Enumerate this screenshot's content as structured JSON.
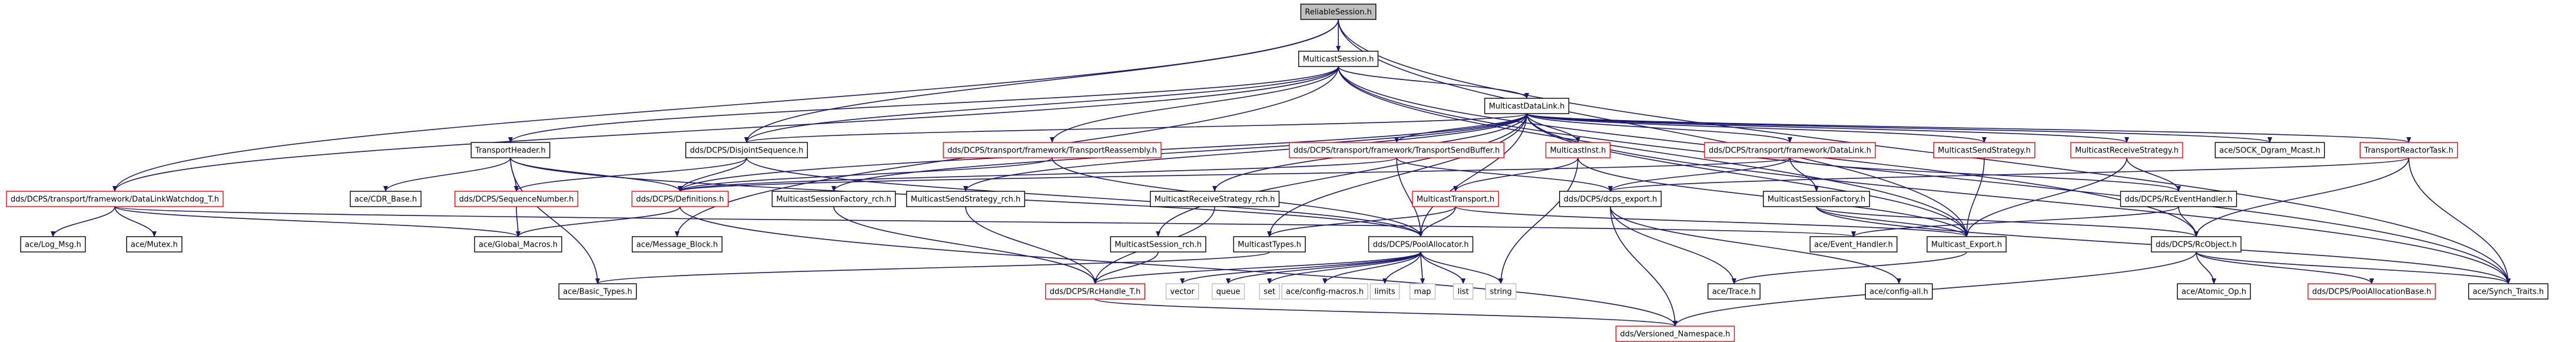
{
  "graph": {
    "colors": {
      "edge": "#191970",
      "border_default": "#000000",
      "border_incomplete": "#ff0000",
      "border_external": "#bfbfbf",
      "root_fill": "#bfbfbf",
      "fill": "#ffffff",
      "text": "#000000"
    },
    "nodes": [
      {
        "id": "n0",
        "label": "ReliableSession.h",
        "style": "root"
      },
      {
        "id": "n1",
        "label": "MulticastSession.h",
        "style": "default"
      },
      {
        "id": "n2",
        "label": "MulticastDataLink.h",
        "style": "default"
      },
      {
        "id": "n3",
        "label": "TransportHeader.h",
        "style": "default"
      },
      {
        "id": "n4",
        "label": "dds/DCPS/DisjointSequence.h",
        "style": "default"
      },
      {
        "id": "n5",
        "label": "dds/DCPS/transport/framework/TransportReassembly.h",
        "style": "incomplete"
      },
      {
        "id": "n6",
        "label": "dds/DCPS/transport/framework/TransportSendBuffer.h",
        "style": "incomplete"
      },
      {
        "id": "n7",
        "label": "MulticastInst.h",
        "style": "incomplete"
      },
      {
        "id": "n8",
        "label": "dds/DCPS/transport/framework/DataLink.h",
        "style": "incomplete"
      },
      {
        "id": "n9",
        "label": "MulticastSendStrategy.h",
        "style": "incomplete"
      },
      {
        "id": "n10",
        "label": "MulticastReceiveStrategy.h",
        "style": "incomplete"
      },
      {
        "id": "n11",
        "label": "ace/SOCK_Dgram_Mcast.h",
        "style": "default"
      },
      {
        "id": "n12",
        "label": "TransportReactorTask.h",
        "style": "incomplete"
      },
      {
        "id": "n13",
        "label": "dds/DCPS/transport/framework/DataLinkWatchdog_T.h",
        "style": "incomplete"
      },
      {
        "id": "n14",
        "label": "ace/CDR_Base.h",
        "style": "default"
      },
      {
        "id": "n15",
        "label": "dds/DCPS/SequenceNumber.h",
        "style": "incomplete"
      },
      {
        "id": "n16",
        "label": "dds/DCPS/Definitions.h",
        "style": "incomplete"
      },
      {
        "id": "n17",
        "label": "MulticastSessionFactory_rch.h",
        "style": "default"
      },
      {
        "id": "n18",
        "label": "MulticastSendStrategy_rch.h",
        "style": "default"
      },
      {
        "id": "n19",
        "label": "MulticastReceiveStrategy_rch.h",
        "style": "default"
      },
      {
        "id": "n20",
        "label": "MulticastTransport.h",
        "style": "incomplete"
      },
      {
        "id": "n21",
        "label": "dds/DCPS/dcps_export.h",
        "style": "default"
      },
      {
        "id": "n22",
        "label": "MulticastSessionFactory.h",
        "style": "default"
      },
      {
        "id": "n23",
        "label": "dds/DCPS/RcEventHandler.h",
        "style": "default"
      },
      {
        "id": "n24",
        "label": "ace/Log_Msg.h",
        "style": "default"
      },
      {
        "id": "n25",
        "label": "ace/Mutex.h",
        "style": "default"
      },
      {
        "id": "n26",
        "label": "ace/Global_Macros.h",
        "style": "default"
      },
      {
        "id": "n27",
        "label": "ace/Message_Block.h",
        "style": "default"
      },
      {
        "id": "n28",
        "label": "MulticastSession_rch.h",
        "style": "default"
      },
      {
        "id": "n29",
        "label": "MulticastTypes.h",
        "style": "default"
      },
      {
        "id": "n30",
        "label": "dds/DCPS/PoolAllocator.h",
        "style": "default"
      },
      {
        "id": "n31",
        "label": "ace/Event_Handler.h",
        "style": "default"
      },
      {
        "id": "n32",
        "label": "Multicast_Export.h",
        "style": "default"
      },
      {
        "id": "n33",
        "label": "dds/DCPS/RcObject.h",
        "style": "default"
      },
      {
        "id": "n34",
        "label": "ace/Basic_Types.h",
        "style": "default"
      },
      {
        "id": "n35",
        "label": "dds/DCPS/RcHandle_T.h",
        "style": "incomplete"
      },
      {
        "id": "n36",
        "label": "vector",
        "style": "external"
      },
      {
        "id": "n37",
        "label": "queue",
        "style": "external"
      },
      {
        "id": "n38",
        "label": "set",
        "style": "external"
      },
      {
        "id": "n39",
        "label": "ace/config-macros.h",
        "style": "external"
      },
      {
        "id": "n40",
        "label": "limits",
        "style": "external"
      },
      {
        "id": "n41",
        "label": "map",
        "style": "external"
      },
      {
        "id": "n42",
        "label": "list",
        "style": "external"
      },
      {
        "id": "n43",
        "label": "string",
        "style": "external"
      },
      {
        "id": "n44",
        "label": "ace/Trace.h",
        "style": "default"
      },
      {
        "id": "n45",
        "label": "ace/config-all.h",
        "style": "default"
      },
      {
        "id": "n46",
        "label": "ace/Atomic_Op.h",
        "style": "default"
      },
      {
        "id": "n47",
        "label": "dds/DCPS/PoolAllocationBase.h",
        "style": "incomplete"
      },
      {
        "id": "n48",
        "label": "ace/Synch_Traits.h",
        "style": "default"
      },
      {
        "id": "n49",
        "label": "dds/Versioned_Namespace.h",
        "style": "incomplete"
      }
    ],
    "edges": [
      [
        "n0",
        "n1"
      ],
      [
        "n0",
        "n4"
      ],
      [
        "n0",
        "n13"
      ],
      [
        "n0",
        "n32"
      ],
      [
        "n0",
        "n48"
      ],
      [
        "n1",
        "n2"
      ],
      [
        "n1",
        "n3"
      ],
      [
        "n1",
        "n4"
      ],
      [
        "n1",
        "n5"
      ],
      [
        "n1",
        "n13"
      ],
      [
        "n1",
        "n27"
      ],
      [
        "n1",
        "n32"
      ],
      [
        "n1",
        "n33"
      ],
      [
        "n1",
        "n48"
      ],
      [
        "n2",
        "n4"
      ],
      [
        "n2",
        "n6"
      ],
      [
        "n2",
        "n7"
      ],
      [
        "n2",
        "n8"
      ],
      [
        "n2",
        "n9"
      ],
      [
        "n2",
        "n10"
      ],
      [
        "n2",
        "n11"
      ],
      [
        "n2",
        "n12"
      ],
      [
        "n2",
        "n16"
      ],
      [
        "n2",
        "n17"
      ],
      [
        "n2",
        "n18"
      ],
      [
        "n2",
        "n19"
      ],
      [
        "n2",
        "n28"
      ],
      [
        "n2",
        "n29"
      ],
      [
        "n2",
        "n30"
      ],
      [
        "n2",
        "n32"
      ],
      [
        "n2",
        "n48"
      ],
      [
        "n3",
        "n14"
      ],
      [
        "n3",
        "n15"
      ],
      [
        "n3",
        "n16"
      ],
      [
        "n3",
        "n30"
      ],
      [
        "n3",
        "n34"
      ],
      [
        "n4",
        "n15"
      ],
      [
        "n4",
        "n16"
      ],
      [
        "n4",
        "n30"
      ],
      [
        "n5",
        "n16"
      ],
      [
        "n5",
        "n30"
      ],
      [
        "n6",
        "n16"
      ],
      [
        "n6",
        "n21"
      ],
      [
        "n6",
        "n30"
      ],
      [
        "n7",
        "n20"
      ],
      [
        "n7",
        "n32"
      ],
      [
        "n7",
        "n43"
      ],
      [
        "n8",
        "n16"
      ],
      [
        "n8",
        "n21"
      ],
      [
        "n8",
        "n22"
      ],
      [
        "n8",
        "n23"
      ],
      [
        "n9",
        "n32"
      ],
      [
        "n10",
        "n23"
      ],
      [
        "n10",
        "n32"
      ],
      [
        "n12",
        "n21"
      ],
      [
        "n12",
        "n33"
      ],
      [
        "n12",
        "n48"
      ],
      [
        "n13",
        "n24"
      ],
      [
        "n13",
        "n25"
      ],
      [
        "n13",
        "n26"
      ],
      [
        "n13",
        "n31"
      ],
      [
        "n15",
        "n26"
      ],
      [
        "n16",
        "n26"
      ],
      [
        "n16",
        "n49"
      ],
      [
        "n17",
        "n35"
      ],
      [
        "n18",
        "n35"
      ],
      [
        "n19",
        "n35"
      ],
      [
        "n20",
        "n29"
      ],
      [
        "n20",
        "n30"
      ],
      [
        "n20",
        "n32"
      ],
      [
        "n21",
        "n44"
      ],
      [
        "n21",
        "n45"
      ],
      [
        "n21",
        "n49"
      ],
      [
        "n22",
        "n32"
      ],
      [
        "n22",
        "n33"
      ],
      [
        "n22",
        "n48"
      ],
      [
        "n23",
        "n31"
      ],
      [
        "n23",
        "n33"
      ],
      [
        "n28",
        "n35"
      ],
      [
        "n29",
        "n34"
      ],
      [
        "n30",
        "n35"
      ],
      [
        "n30",
        "n36"
      ],
      [
        "n30",
        "n37"
      ],
      [
        "n30",
        "n38"
      ],
      [
        "n30",
        "n39"
      ],
      [
        "n30",
        "n40"
      ],
      [
        "n30",
        "n41"
      ],
      [
        "n30",
        "n42"
      ],
      [
        "n30",
        "n43"
      ],
      [
        "n32",
        "n44"
      ],
      [
        "n33",
        "n46"
      ],
      [
        "n33",
        "n47"
      ],
      [
        "n33",
        "n48"
      ],
      [
        "n33",
        "n49"
      ],
      [
        "n35",
        "n49"
      ]
    ]
  }
}
